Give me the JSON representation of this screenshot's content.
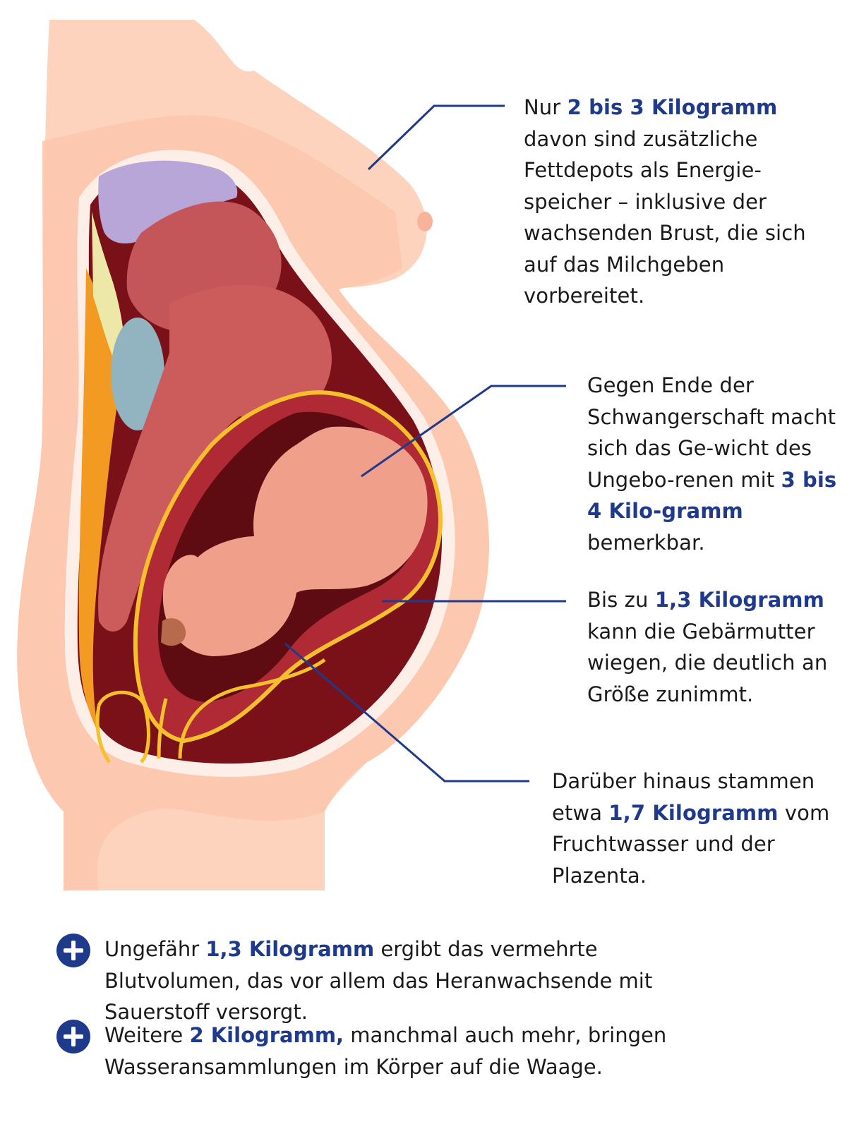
{
  "colors": {
    "accent": "#1f3a8a",
    "skin": "#fdd3bd",
    "skin_dark": "#fcc6ad",
    "cavity_outline": "#fdeee7",
    "tissue_dark": "#7a1119",
    "tissue_mid": "#b02a35",
    "uterus_line": "#f5c02c",
    "fetus": "#f0a08a",
    "lung": "#b9a6d8",
    "kidney": "#92b3c0",
    "fat": "#f39a22",
    "intestine": "#cc5b5b"
  },
  "callouts": [
    {
      "pre": "Nur ",
      "highlight": "2 bis 3 Kilogramm",
      "post": " davon sind zusätzliche Fettdepots als Energie-speicher – inklusive der wachsenden Brust, die sich auf das Milchgeben vorbereitet."
    },
    {
      "pre": "Gegen Ende der Schwangerschaft macht sich das Ge-wicht des Ungebo-renen mit ",
      "highlight": "3 bis 4 Kilo-gramm",
      "post": " bemerkbar."
    },
    {
      "pre": "Bis zu ",
      "highlight": "1,3 Kilogramm",
      "post": " kann die Gebärmutter wiegen, die deutlich an Größe zunimmt."
    },
    {
      "pre": "Darüber hinaus stammen etwa ",
      "highlight": "1,7 Kilogramm",
      "post": " vom Fruchtwasser und der Plazenta."
    }
  ],
  "bullets": [
    {
      "icon": "plus-circle-icon",
      "pre": "Ungefähr ",
      "highlight": "1,3 Kilogramm",
      "post": " ergibt das vermehrte Blutvolumen, das vor allem das Heranwachsende mit Sauerstoff versorgt."
    },
    {
      "icon": "plus-circle-icon",
      "pre": "Weitere ",
      "highlight": "2 Kilogramm,",
      "post": " manchmal auch mehr, bringen Wasseransammlungen im Körper auf die Waage."
    }
  ]
}
